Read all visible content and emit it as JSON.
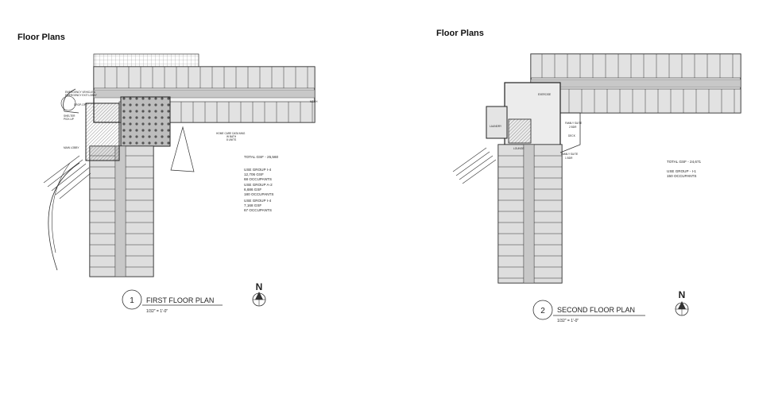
{
  "titles": [
    "Floor Plans",
    "Floor Plans"
  ],
  "plans": [
    {
      "number": "1",
      "name": "FIRST FLOOR PLAN",
      "scale": "1/32\" = 1'-0\"",
      "north": "N",
      "notes": [
        "TOTAL GSF - 25,560",
        "USE GROUP I-4",
        "12,706 GSF",
        "68 OCCUPANTS",
        "USE GROUP A-2",
        "6,686 GSF",
        "180 OCCUPANTS",
        "USE GROUP I-4",
        "7,168 GSF",
        "67 OCCUPANTS"
      ],
      "label_mech": "MECH",
      "label_daycare": [
        "HOME CARE DATA MNG",
        "W BATH",
        "8 UNITS"
      ],
      "label_main_lobby": "MAIN LOBBY",
      "label_emergency": [
        "EMERGENCY VEHICLE &",
        "EMERGENCY EXIT LOBBY",
        "DROP-OFF",
        "SHELTER",
        "PICK-UP"
      ]
    },
    {
      "number": "2",
      "name": "SECOND FLOOR PLAN",
      "scale": "1/32\" = 1'-0\"",
      "north": "N",
      "notes": [
        "TOTAL GSF - 24,671",
        "USE GROUP - I-1",
        "150 OCCUPANTS"
      ],
      "label_family_2": [
        "FAMILY SUITE",
        "2 BDR"
      ],
      "label_family_1": [
        "FAMILY SUITE",
        "1 BDR"
      ],
      "label_deck": "DECK",
      "label_laundry": "LAUNDRY",
      "label_lounge": "LOUNGE",
      "label_exercise": "EXERCISE"
    }
  ]
}
